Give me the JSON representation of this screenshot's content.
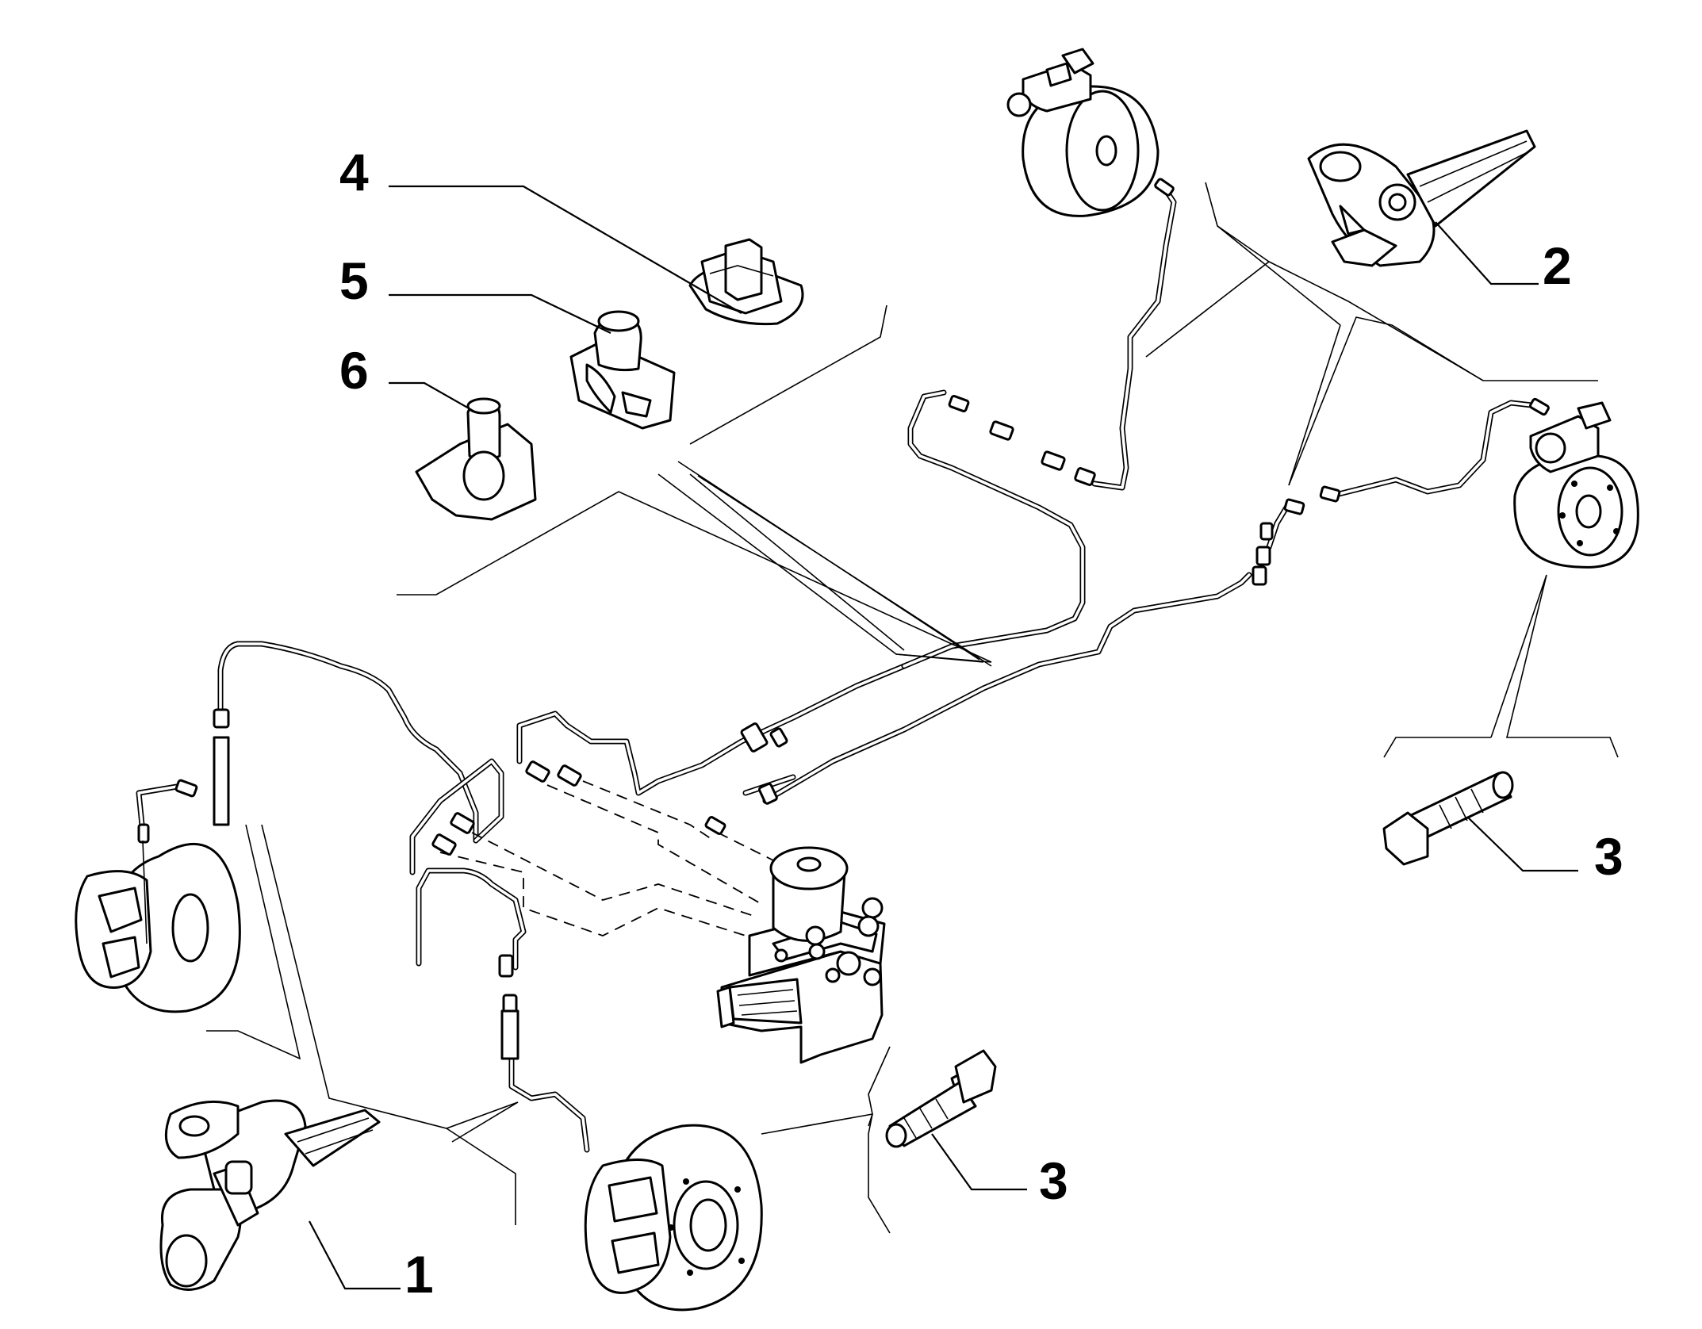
{
  "diagram": {
    "callouts": [
      {
        "id": "1",
        "label": "1"
      },
      {
        "id": "2",
        "label": "2"
      },
      {
        "id": "3a",
        "label": "3"
      },
      {
        "id": "3b",
        "label": "3"
      },
      {
        "id": "4",
        "label": "4"
      },
      {
        "id": "5",
        "label": "5"
      },
      {
        "id": "6",
        "label": "6"
      }
    ]
  },
  "colors": {
    "ink": "#000000",
    "paper": "#ffffff"
  }
}
